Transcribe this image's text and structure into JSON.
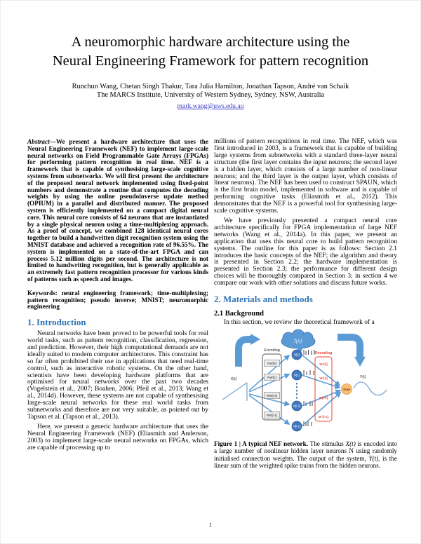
{
  "header": {
    "title": "A neuromorphic hardware architecture using the Neural Engineering Framework for pattern recognition",
    "authors": "Runchun Wang, Chetan Singh Thakur, Tara Julia Hamilton, Jonathan Tapson, André van Schaik",
    "affiliation": "The MARCS Institute, University of Western Sydney, Sydney, NSW, Australia",
    "email": "mark.wang@uws.edu.au"
  },
  "abstract": {
    "label": "Abstract",
    "text": "—We present a hardware architecture that uses the Neural Engineering Framework (NEF) to implement large-scale neural networks on Field Programmable Gate Arrays (FPGAs) for performing pattern recognition in real time. NEF is a framework that is capable of synthesising large-scale cognitive systems from subnetworks. We will first present the architecture of the proposed neural network implemented using fixed-point numbers and demonstrate a routine that computes the decoding weights by using the online pseudoinverse update method (OPIUM) in a parallel and distributed manner. The proposed system is efficiently implemented on a compact digital neural core. This neural core consists of 64 neurons that are instantiated by a single physical neuron using a time-multiplexing approach. As a proof of concept, we combined 128 identical neural cores together to build a handwritten digit recognition system using the MNIST database and achieved a recognition rate of 96.55%. The system is implemented on a state-of-the-art FPGA and can process 5.12 million digits per second. The architecture is not limited to handwriting recognition, but is generally applicable as an extremely fast pattern recognition processor for various kinds of patterns such as speech and images."
  },
  "keywords": {
    "label": "Keywords:",
    "text": " neural engineering framework; time-multiplexing; pattern recognition; pseudo inverse; MNIST; neuromorphic engineering"
  },
  "introduction": {
    "heading": "1. Introduction",
    "p1": "Neural networks have been proved to be powerful tools for real world tasks, such as pattern recognition, classification, regression, and prediction. However, their high computational demands are not ideally suited to modern computer architectures. This constraint has so far often prohibited their use in applications that need real-time control, such as interactive robotic systems. On the other hand, scientists have been developing hardware platforms that are optimised for neural networks over the past two decades (Vogelstein et al., 2007; Boahen, 2006; Pfeil et al., 2013; Wang et al., 2014d). However, these systems are not capable of synthesising large-scale neural networks for these real world tasks from subnetworks and therefore are not very suitable, as pointed out by Tapson et al. (Tapson et al., 2013).",
    "p2": "Here, we present a generic hardware architecture that uses the Neural Engineering Framework (NEF) (Eliasmith and Anderson, 2003) to implement large-scale neural networks on FPGAs, which are capable of processing up to",
    "p3": "millions of pattern recognitions in real time. The NEF, which was first introduced in 2003, is a framework that is capable of building large systems from subnetworks with a standard three-layer neural structure (the first layer contains the input neurons; the second layer is a hidden layer, which consists of a large number of non-linear neurons; and the third layer is the output layer, which consists of linear neurons). The NEF has been used to construct SPAUN, which is the first brain model, implemented in software and is capable of performing cognitive tasks (Eliasmith et al., 2012). This demonstrates that the NEF is a powerful tool for synthesising large-scale cognitive systems.",
    "p4": "We have previously presented a compact neural core architecture specifically for FPGA implementation of large NEF networks (Wang et al., 2014a). In this paper, we present an application that uses this neural core to build pattern recognition systems. The outline for this paper is as follows: Section 2.1 introduces the basic concepts of the NEF; the algorithm and theory is presented in Section 2.2; the hardware implementation is presented in Section 2.3; the performance for different design choices will be thoroughly compared in Section 3; in section 4 we compare our work with other solutions and discuss future works."
  },
  "methods": {
    "heading": "2. Materials and methods",
    "sub_heading": "2.1 Background",
    "p1": "In this section, we review the theoretical framework of a"
  },
  "figure": {
    "caption_label": "Figure 1 | A typical NEF network.",
    "caption_t1": " The stimulus ",
    "caption_xt": "X(t)",
    "caption_t2": " is encoded into a large number of nonlinear hidden layer neurons N using randomly initialised connection weights. The output of the system, ",
    "caption_yt": "Y(t)",
    "caption_t3": ", is the linear sum of the weighted spike trains from the hidden neurons.",
    "labels": {
      "fx": "f(x)",
      "xt": "X(t)",
      "yt": "Y(t)",
      "encoding": "Encoding",
      "decoding": "Decoding",
      "sum": "Sum",
      "rw": [
        "RW[0]",
        "RW[1]",
        "RW[i-2]",
        "RW[i-1]"
      ],
      "n": [
        "N[0]",
        "N[1]",
        "N[i-2]",
        "N[i-1]"
      ],
      "w": [
        "W [0]",
        "W [1]",
        "W[i-2]",
        "W [i-1]"
      ]
    }
  },
  "footer": {
    "page_number": "1"
  },
  "colors": {
    "heading_blue": "#2E74B5",
    "link_blue": "#3A3AC8",
    "diagram_blue": "#5B9BD5",
    "neuron_blue": "#4177BE",
    "decoding_red": "#E8442E",
    "sum_orange": "#FBBE77"
  }
}
